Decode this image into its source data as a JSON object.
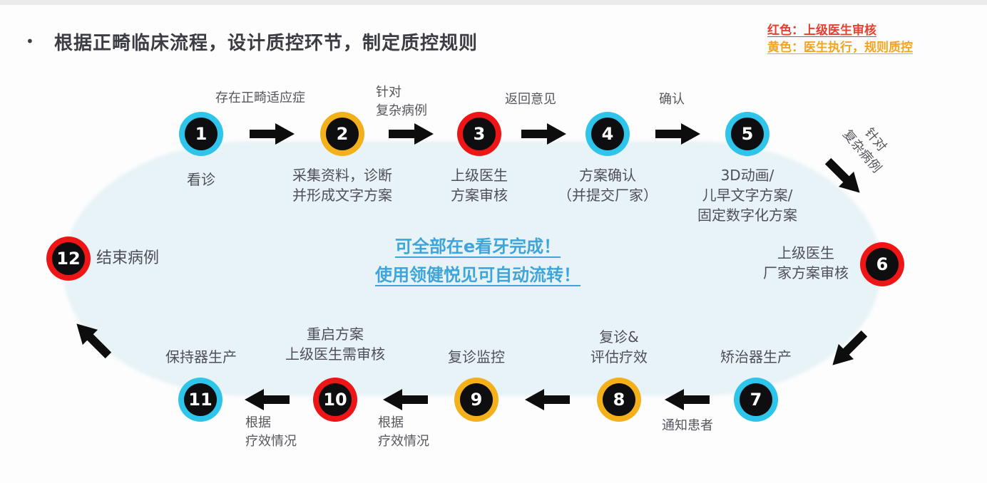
{
  "title": {
    "bullet": "•",
    "text": "根据正畸临床流程，设计质控环节，制定质控规则"
  },
  "legend": {
    "red_line": "红色：上级医生审核",
    "yellow_line": "黄色：医生执行，规则质控",
    "red_color": "#e6402f",
    "yellow_color": "#f5a41f"
  },
  "center_note": {
    "line1": "可全部在e看牙完成！",
    "line2": "使用领健悦见可自动流转！",
    "color": "#3ea5da"
  },
  "colors": {
    "ring_cyan": "#2fc5ea",
    "ring_yellow": "#f3b01b",
    "ring_red": "#ee1517",
    "node_core": "#0e0e10",
    "ellipse_fill": "#e8f3f7",
    "arrow_black": "#0d0d0d",
    "label_gray": "#4f4f57"
  },
  "nodes": [
    {
      "num": "1",
      "ring": "cyan",
      "label": "看诊"
    },
    {
      "num": "2",
      "ring": "yellow",
      "label": "采集资料，诊断\n并形成文字方案"
    },
    {
      "num": "3",
      "ring": "red",
      "label": "上级医生\n方案审核"
    },
    {
      "num": "4",
      "ring": "cyan",
      "label": "方案确认\n（并提交厂家）"
    },
    {
      "num": "5",
      "ring": "cyan",
      "label": "3D动画/\n儿早文字方案/\n固定数字化方案"
    },
    {
      "num": "6",
      "ring": "red",
      "label": "上级医生\n厂家方案审核"
    },
    {
      "num": "7",
      "ring": "cyan",
      "label": "矫治器生产"
    },
    {
      "num": "8",
      "ring": "yellow",
      "label": "复诊&\n评估疗效"
    },
    {
      "num": "9",
      "ring": "yellow",
      "label": "复诊监控"
    },
    {
      "num": "10",
      "ring": "red",
      "label": "重启方案\n上级医生需审核"
    },
    {
      "num": "11",
      "ring": "cyan",
      "label": "保持器生产"
    },
    {
      "num": "12",
      "ring": "red",
      "label": "结束病例"
    }
  ],
  "edge_labels": {
    "e1_2": "存在正畸适应症",
    "e2_3": "针对\n复杂病例",
    "e3_4": "返回意见",
    "e4_5": "确认",
    "e5_6": "针对\n复杂病例",
    "e7_8": "通知患者",
    "e9_10": "根据\n疗效情况",
    "e10_11": "根据\n疗效情况"
  }
}
